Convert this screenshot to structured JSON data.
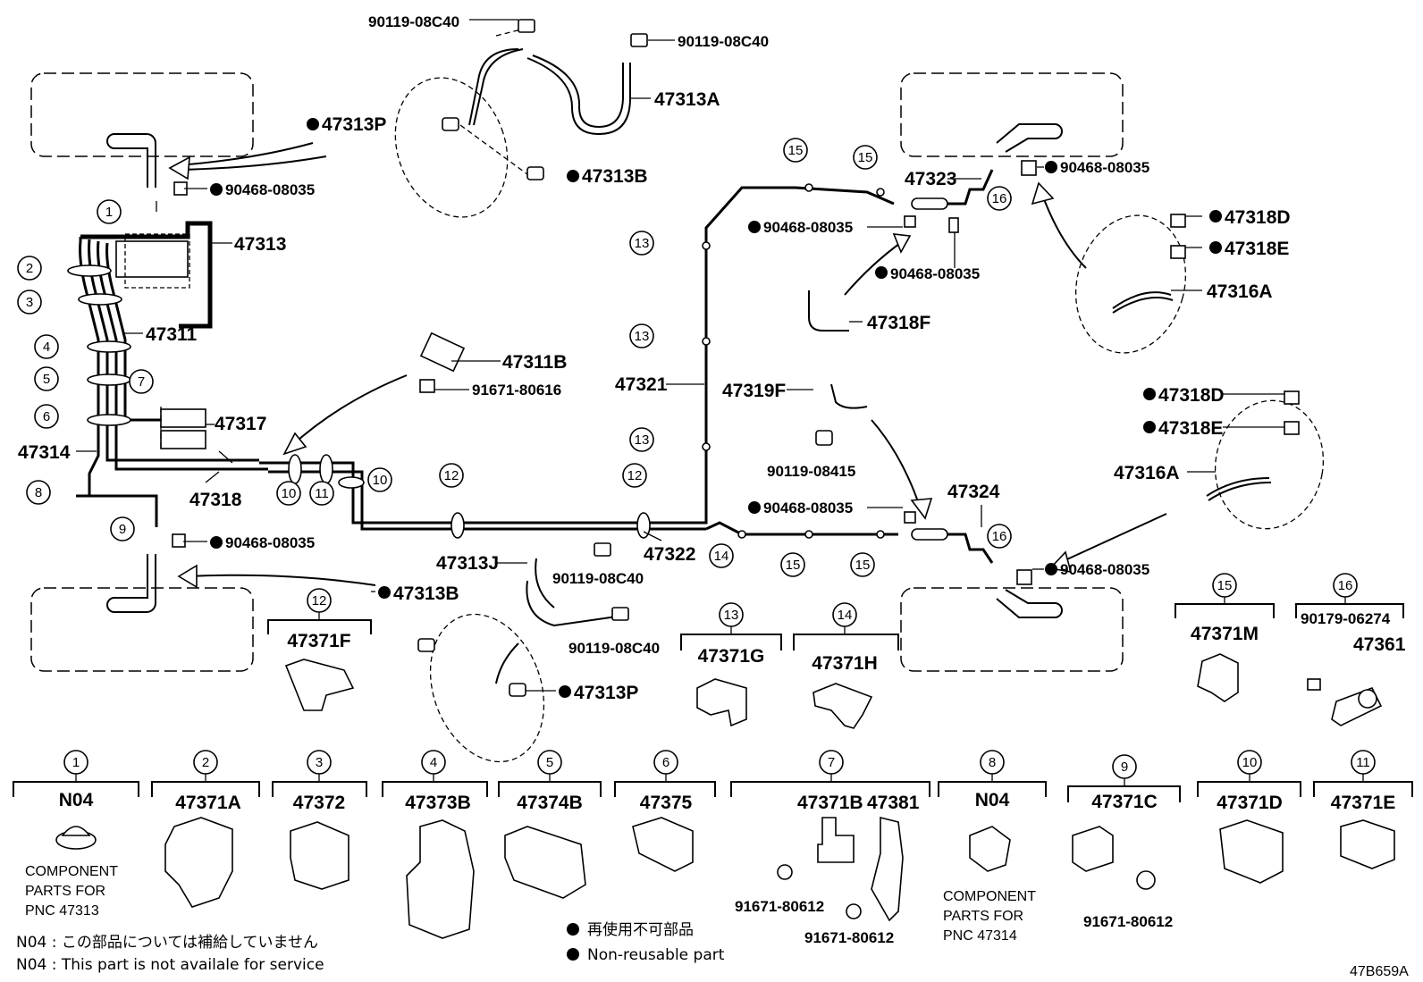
{
  "diagram": {
    "labels": {
      "p90119_08c40_a": "90119-08C40",
      "p90119_08c40_b": "90119-08C40",
      "p47313a": "47313A",
      "p47313p_top": "47313P",
      "p47313b_top": "47313B",
      "p90468_08035_a": "90468-08035",
      "p47313": "47313",
      "p47311": "47311",
      "p47311b": "47311B",
      "p91671_80616": "91671-80616",
      "p47317": "47317",
      "p47314": "47314",
      "p47318": "47318",
      "p90468_08035_b": "90468-08035",
      "p47321": "47321",
      "p47322": "47322",
      "p47313j": "47313J",
      "p90119_08c40_c": "90119-08C40",
      "p90119_08c40_d": "90119-08C40",
      "p47313b_bot": "47313B",
      "p47313p_bot": "47313P",
      "p47323": "47323",
      "p90468_08035_c": "90468-08035",
      "p90468_08035_d": "90468-08035",
      "p90468_08035_e": "90468-08035",
      "p47318f": "47318F",
      "p47318d_a": "47318D",
      "p47318e_a": "47318E",
      "p47316a_a": "47316A",
      "p47319f": "47319F",
      "p90119_08415": "90119-08415",
      "p47318d_b": "47318D",
      "p47318e_b": "47318E",
      "p47316a_b": "47316A",
      "p47324": "47324",
      "p90468_08035_f": "90468-08035",
      "p90468_08035_g": "90468-08035"
    },
    "callouts": [
      "1",
      "2",
      "3",
      "4",
      "5",
      "6",
      "7",
      "8",
      "9",
      "10",
      "10",
      "11",
      "12",
      "12",
      "13",
      "13",
      "13",
      "14",
      "15",
      "15",
      "15",
      "15",
      "16",
      "16"
    ],
    "legend": {
      "jp": "再使用不可部品",
      "en": "Non-reusable part"
    },
    "notes": {
      "n04_jp": "N04 : この部品については補給していません",
      "n04_en": "N04 : This part is not availale for service"
    },
    "diagram_id": "47B659A"
  },
  "catalog_top": [
    {
      "num": "12",
      "part": "47371F"
    },
    {
      "num": "13",
      "part": "47371G"
    },
    {
      "num": "14",
      "part": "47371H"
    },
    {
      "num": "15",
      "part": "47371M"
    },
    {
      "num": "16",
      "part": "90179-06274",
      "part2": "47361"
    }
  ],
  "catalog_bottom": [
    {
      "num": "1",
      "part": "N04",
      "note": [
        "COMPONENT",
        "PARTS FOR",
        "PNC 47313"
      ]
    },
    {
      "num": "2",
      "part": "47371A"
    },
    {
      "num": "3",
      "part": "47372"
    },
    {
      "num": "4",
      "part": "47373B"
    },
    {
      "num": "5",
      "part": "47374B"
    },
    {
      "num": "6",
      "part": "47375"
    },
    {
      "num": "7",
      "part": "47371B",
      "part2": "47381",
      "sub1": "91671-80612",
      "sub2": "91671-80612"
    },
    {
      "num": "8",
      "part": "N04",
      "note": [
        "COMPONENT",
        "PARTS FOR",
        "PNC 47314"
      ]
    },
    {
      "num": "9",
      "part": "47371C",
      "sub1": "91671-80612"
    },
    {
      "num": "10",
      "part": "47371D"
    },
    {
      "num": "11",
      "part": "47371E"
    }
  ]
}
